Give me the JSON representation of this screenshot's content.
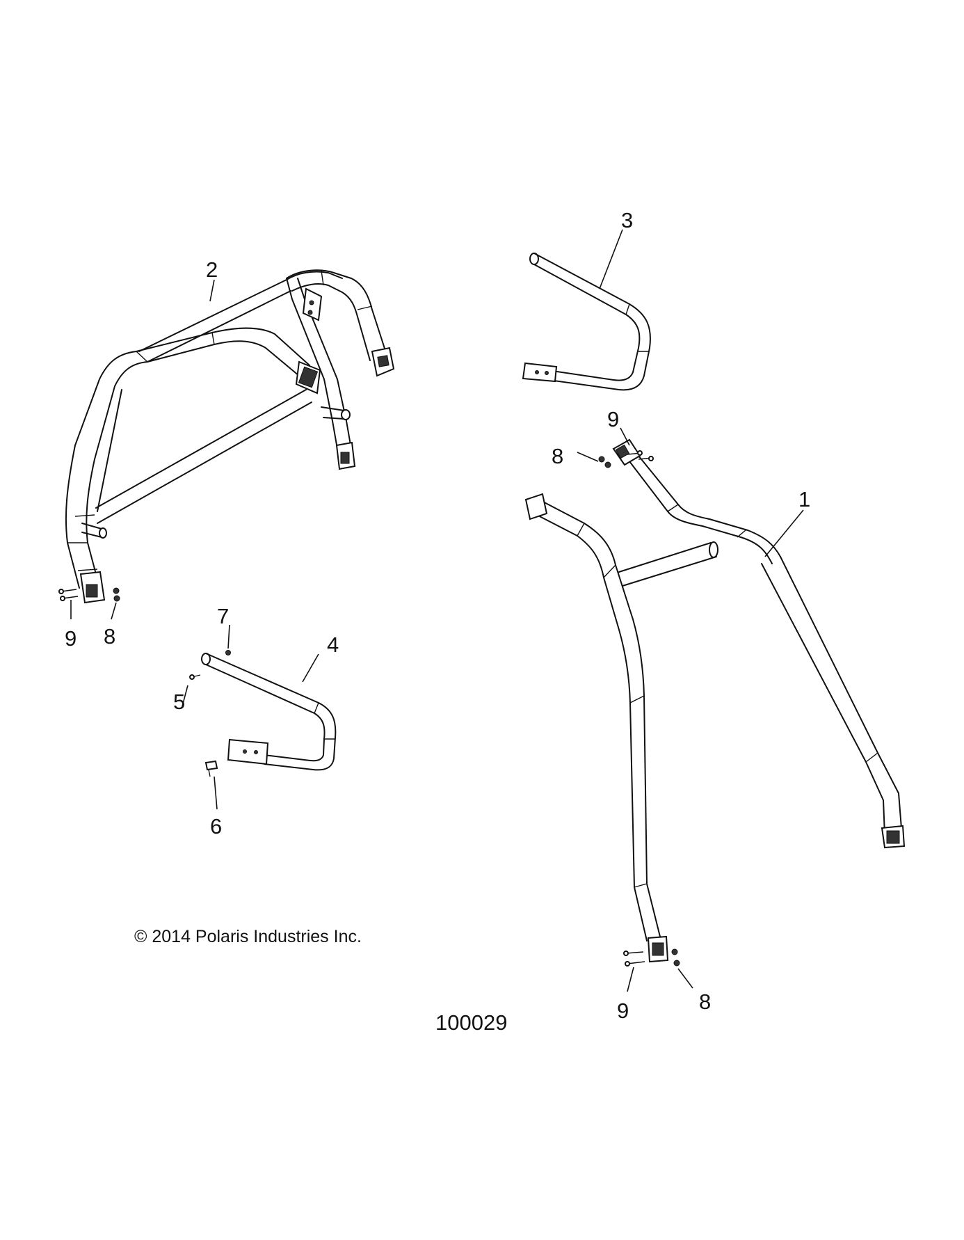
{
  "diagram": {
    "copyright": "© 2014 Polaris Industries Inc.",
    "figure_number": "100029",
    "callouts": {
      "part_1": "1",
      "part_2": "2",
      "part_3": "3",
      "part_4": "4",
      "part_5": "5",
      "part_6": "6",
      "part_7": "7",
      "part_8_left": "8",
      "part_8_top": "8",
      "part_8_bottom": "8",
      "part_9_left": "9",
      "part_9_top": "9",
      "part_9_bottom": "9"
    }
  }
}
